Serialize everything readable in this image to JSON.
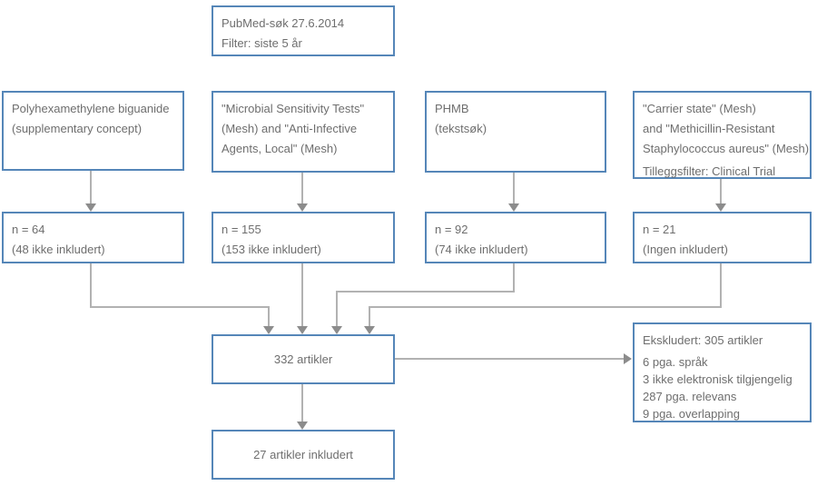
{
  "colors": {
    "box_border": "#5586b8",
    "text": "#6e6e6e",
    "line": "#b2b2b2",
    "arrowhead": "#8c8c8c"
  },
  "flow": {
    "source": {
      "line1": "PubMed-søk 27.6.2014",
      "line2": "Filter: siste 5 år"
    },
    "searches": [
      {
        "lines": {
          "0": "Polyhexamethylene biguanide",
          "1": "(supplementary concept)"
        }
      },
      {
        "lines": {
          "0": "\"Microbial Sensitivity Tests\"",
          "1": "(Mesh) and \"Anti-Infective",
          "2": "Agents, Local\" (Mesh)"
        }
      },
      {
        "lines": {
          "0": "PHMB",
          "1": "(tekstsøk)"
        }
      },
      {
        "lines": {
          "0": "\"Carrier state\" (Mesh)",
          "1": "and \"Methicillin-Resistant",
          "2": "Staphylococcus aureus\" (Mesh)"
        },
        "filter": "Tilleggsfilter: Clinical Trial"
      }
    ],
    "results": [
      {
        "n": "n = 64",
        "note": "(48 ikke inkludert)"
      },
      {
        "n": "n = 155",
        "note": "(153 ikke inkludert)"
      },
      {
        "n": "n = 92",
        "note": "(74 ikke inkludert)"
      },
      {
        "n": "n = 21",
        "note": "(Ingen inkludert)"
      }
    ],
    "pooled": "332 artikler",
    "excluded": {
      "header": "Ekskludert: 305 artikler",
      "reasons": {
        "0": "6 pga. språk",
        "1": "3 ikke elektronisk tilgjengelig",
        "2": "287 pga. relevans",
        "3": "9 pga. overlapping"
      }
    },
    "included": "27 artikler inkludert"
  }
}
